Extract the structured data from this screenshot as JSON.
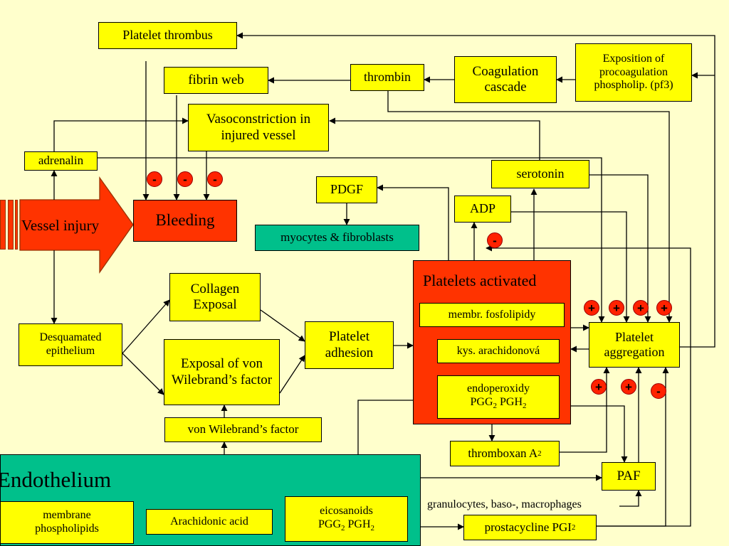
{
  "labels": {
    "platelet_thrombus": "Platelet thrombus",
    "fibrin_web": "fibrin web",
    "thrombin": "thrombin",
    "coagulation_cascade": "Coagulation cascade",
    "exposition_procoag": "Exposition of procoagulation phospholip. (pf3)",
    "vasoconstriction": "Vasoconstriction in injured vessel",
    "adrenalin": "adrenalin",
    "serotonin": "serotonin",
    "pdgf": "PDGF",
    "adp": "ADP",
    "myocytes": "myocytes & fibroblasts",
    "vessel_injury": "Vessel injury",
    "bleeding": "Bleeding",
    "platelets_activated": "Platelets activated",
    "membr_fosfolipidy": "membr. fosfolipidy",
    "kys_arachidonova": "kys. arachidonová",
    "endoperoxidy_line1": "endoperoxidy",
    "endoperoxidy_line2_a": "PGG",
    "endoperoxidy_line2_b": " PGH",
    "sub2": "2",
    "collagen": "Collagen Exposal",
    "exposal_vwf": "Exposal of von Wilebrand’s factor",
    "platelet_adhesion": "Platelet adhesion",
    "platelet_aggregation": "Platelet aggregation",
    "desquamated": "Desquamated epithelium",
    "vwf": "von Wilebrand’s factor",
    "thromboxan": "thromboxan A",
    "endothelium": "Endothelium",
    "paf": "PAF",
    "granulocytes": "granulocytes, baso-, macrophages",
    "membrane_phospholipids": "membrane phospholipids",
    "arachidonic_acid": "Arachidonic acid",
    "eicosanoids_line1": "eicosanoids",
    "prostacycline": "prostacycline PGI"
  },
  "signs": {
    "minus": "-",
    "plus": "+"
  },
  "colors": {
    "background": "#ffffcc",
    "box": "#ffff00",
    "red": "#ff3300",
    "teal": "#00c08b"
  }
}
